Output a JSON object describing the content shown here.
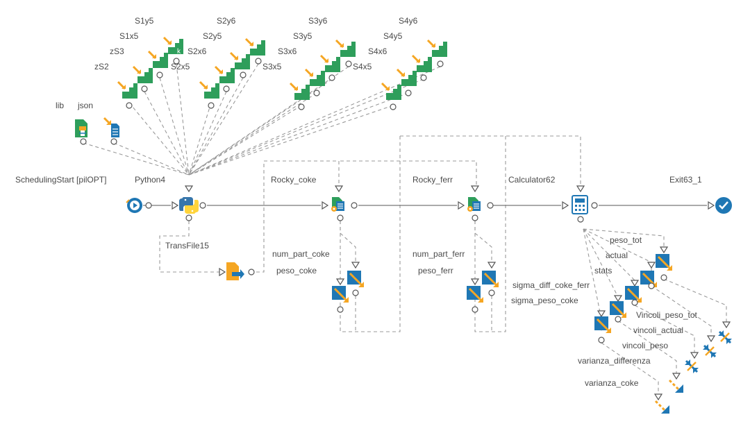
{
  "title": "",
  "colors": {
    "green": "#2e9e5b",
    "orange": "#f5a623",
    "blue": "#1f77b4",
    "python_blue": "#3776ab",
    "python_yellow": "#ffd43b"
  },
  "labels": {
    "scheduling_start": "SchedulingStart [pilOPT]",
    "python4": "Python4",
    "rocky_coke": "Rocky_coke",
    "rocky_ferr": "Rocky_ferr",
    "calculator62": "Calculator62",
    "exit63": "Exit63_1",
    "transfile15": "TransFile15",
    "lib": "lib",
    "json": "json",
    "zS2": "zS2",
    "zS3": "zS3",
    "S1x5": "S1x5",
    "S1y5": "S1y5",
    "S2x5": "S2x5",
    "S2x6": "S2x6",
    "S2y5": "S2y5",
    "S2y6": "S2y6",
    "S3x5": "S3x5",
    "S3x6": "S3x6",
    "S3y5": "S3y5",
    "S3y6": "S3y6",
    "S4x5": "S4x5",
    "S4x6": "S4x6",
    "S4y5": "S4y5",
    "S4y6": "S4y6",
    "num_part_coke": "num_part_coke",
    "peso_coke": "peso_coke",
    "num_part_ferr": "num_part_ferr",
    "peso_ferr": "peso_ferr",
    "peso_tot": "peso_tot",
    "actual": "actual",
    "stats": "stats",
    "sigma_diff_coke_ferr": "sigma_diff_coke_ferr",
    "sigma_peso_coke": "sigma_peso_coke",
    "vincoli_peso_tot": "Vincoli_peso_tot",
    "vincoli_actual": "vincoli_actual",
    "vincoli_peso": "vincoli_peso",
    "varianza_differenza": "varianza_differenza",
    "varianza_coke": "varianza_coke",
    "k_glyph": "k"
  },
  "icons": [
    "schedule-start-icon",
    "python-icon",
    "script-gear-icon",
    "calculator-icon",
    "exit-check-icon",
    "transfer-file-icon",
    "library-file-icon",
    "json-file-icon",
    "input-variable-icon",
    "output-variable-icon",
    "constraint-icon",
    "objective-icon"
  ]
}
